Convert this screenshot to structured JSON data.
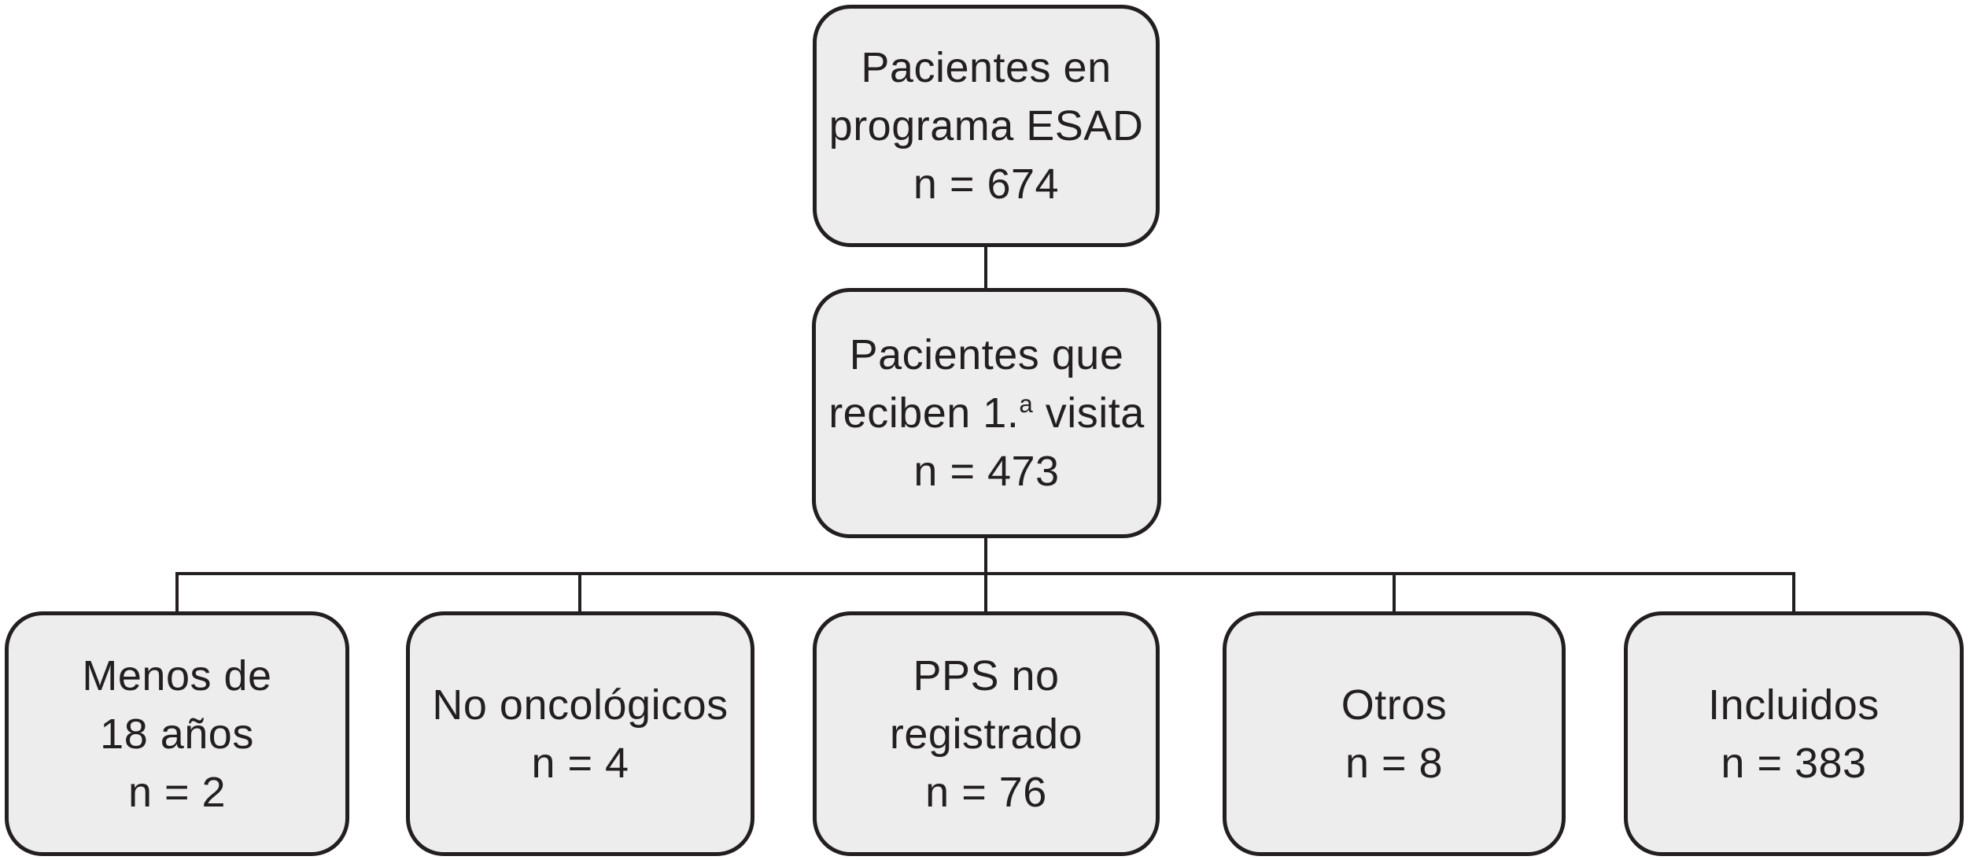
{
  "figure": {
    "type": "flow-diagram",
    "background": "#ffffff",
    "box_fill": "#ededee",
    "line_color": "#231f20",
    "text_color": "#231f20"
  },
  "nodes": {
    "esad_program": {
      "lines": [
        "Pacientes en",
        "programa ESAD",
        "n = 674"
      ]
    },
    "first_visit": {
      "line1": "Pacientes que",
      "line2_prefix": "reciben 1.",
      "line2_sup": "a",
      "line2_suffix": " visita",
      "line3": "n = 473"
    },
    "under_18": {
      "lines": [
        "Menos de",
        "18 años",
        "n = 2"
      ]
    },
    "non_oncologic": {
      "lines": [
        "No oncológicos",
        "n = 4"
      ]
    },
    "pps_not_recorded": {
      "lines": [
        "PPS no",
        "registrado",
        "n = 76"
      ]
    },
    "others": {
      "lines": [
        "Otros",
        "n = 8"
      ]
    },
    "included": {
      "lines": [
        "Incluidos",
        "n = 383"
      ]
    }
  }
}
